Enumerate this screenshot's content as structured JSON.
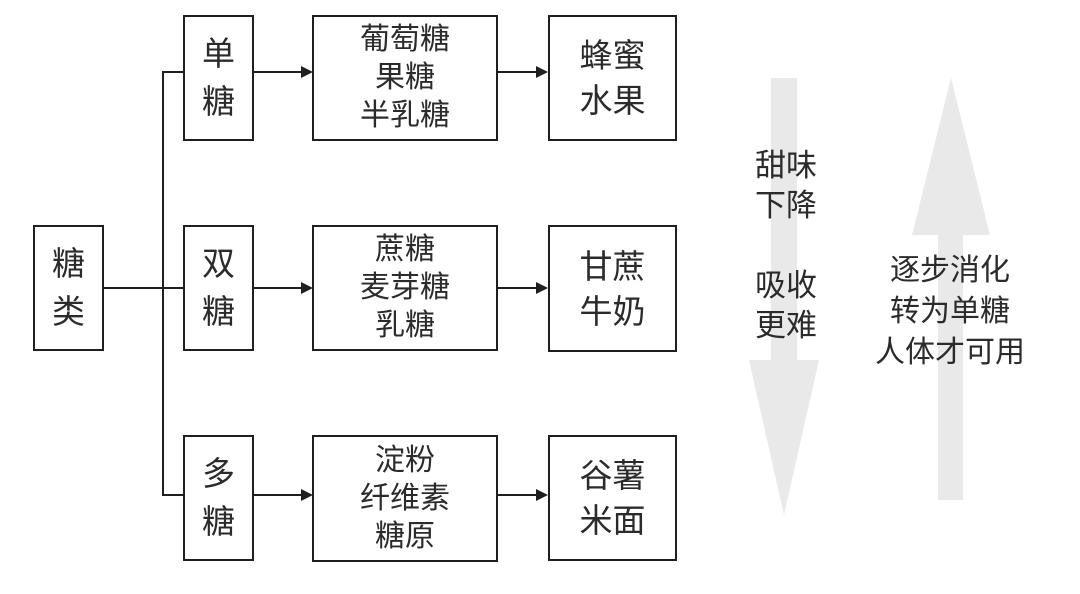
{
  "diagram": {
    "title_meaning": "糖类分类",
    "root": {
      "label": "糖\n类"
    },
    "rows": [
      {
        "type_label": "单\n糖",
        "examples_label": "葡萄糖\n果糖\n半乳糖",
        "sources_label": "蜂蜜\n水果"
      },
      {
        "type_label": "双\n糖",
        "examples_label": "蔗糖\n麦芽糖\n乳糖",
        "sources_label": "甘蔗\n牛奶"
      },
      {
        "type_label": "多\n糖",
        "examples_label": "淀粉\n纤维素\n糖原",
        "sources_label": "谷薯\n米面"
      }
    ]
  },
  "annotations": {
    "sweetness_note": "甜味\n下降\n\n吸收\n更难",
    "digestion_note": "逐步消化\n转为单糖\n人体才可用",
    "down_arrow_icon": "big-down-arrow",
    "up_arrow_icon": "big-up-arrow"
  },
  "colors": {
    "background": "#ffffff",
    "line": "#1f1f1f",
    "text": "#2b2b2b",
    "arrow_gray": "#e9e9e9"
  }
}
